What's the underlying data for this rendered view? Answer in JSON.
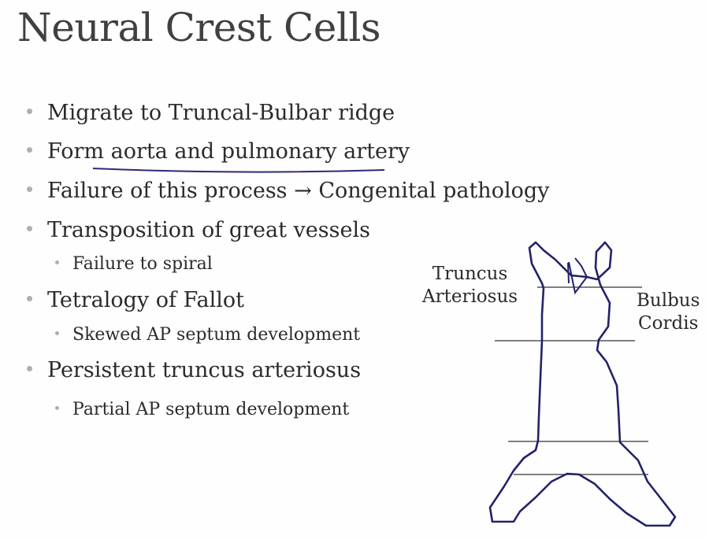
{
  "title": "Neural Crest Cells",
  "bullets": [
    {
      "text": "Migrate to Truncal-Bulbar ridge"
    },
    {
      "text": "Form aorta and pulmonary artery"
    },
    {
      "text": "Failure of this process → Congenital pathology"
    },
    {
      "text": "Transposition of great vessels"
    },
    {
      "text": "Failure to spiral"
    },
    {
      "text": "Tetralogy of Fallot"
    },
    {
      "text": "Skewed AP septum development"
    },
    {
      "text": "Persistent truncus arteriosus"
    },
    {
      "text": "Partial AP septum development"
    }
  ],
  "diagram": {
    "label_left_1": "Truncus",
    "label_left_2": "Arteriosus",
    "label_right_1": "Bulbus",
    "label_right_2": "Cordis"
  },
  "colors": {
    "ink": "#23226a",
    "bullet": "#a9b3a7"
  }
}
